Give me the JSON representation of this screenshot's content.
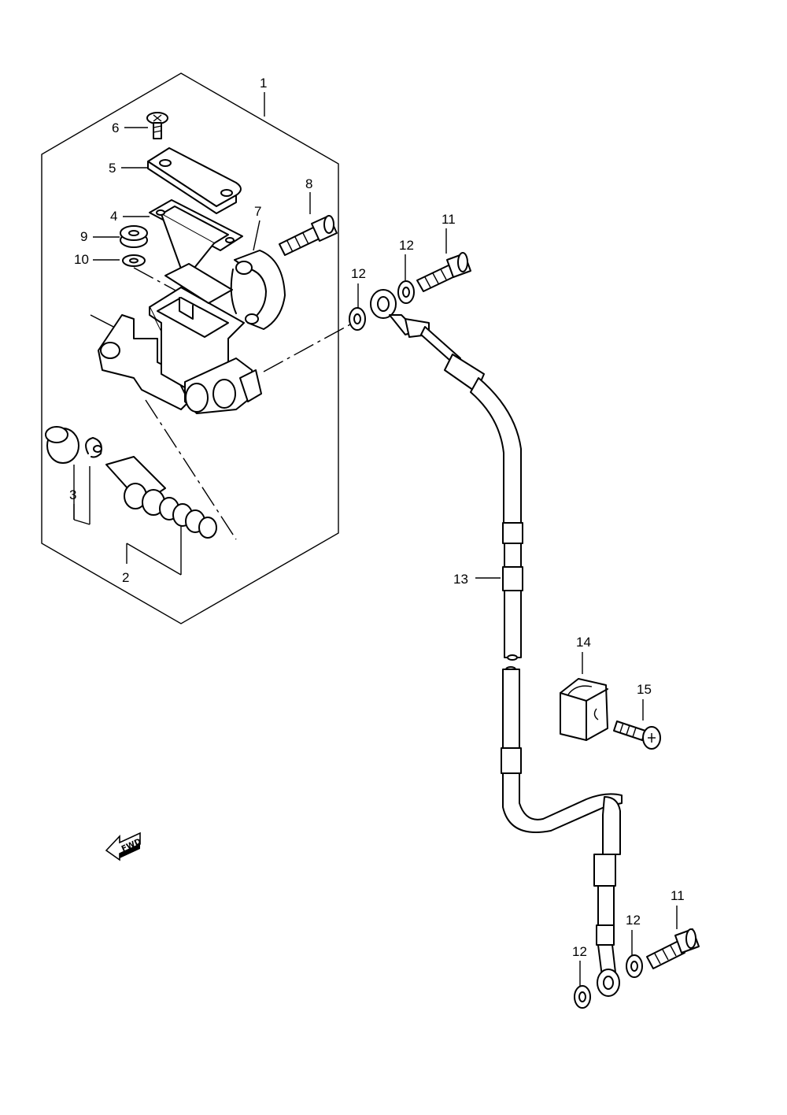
{
  "diagram": {
    "fwd_label": "FWD",
    "callouts": {
      "c1": "1",
      "c2": "2",
      "c3": "3",
      "c4": "4",
      "c5": "5",
      "c6": "6",
      "c7": "7",
      "c8": "8",
      "c9": "9",
      "c10": "10",
      "c11a": "11",
      "c11b": "11",
      "c12a": "12",
      "c12b": "12",
      "c12c": "12",
      "c12d": "12",
      "c13": "13",
      "c14": "14",
      "c15": "15"
    }
  }
}
